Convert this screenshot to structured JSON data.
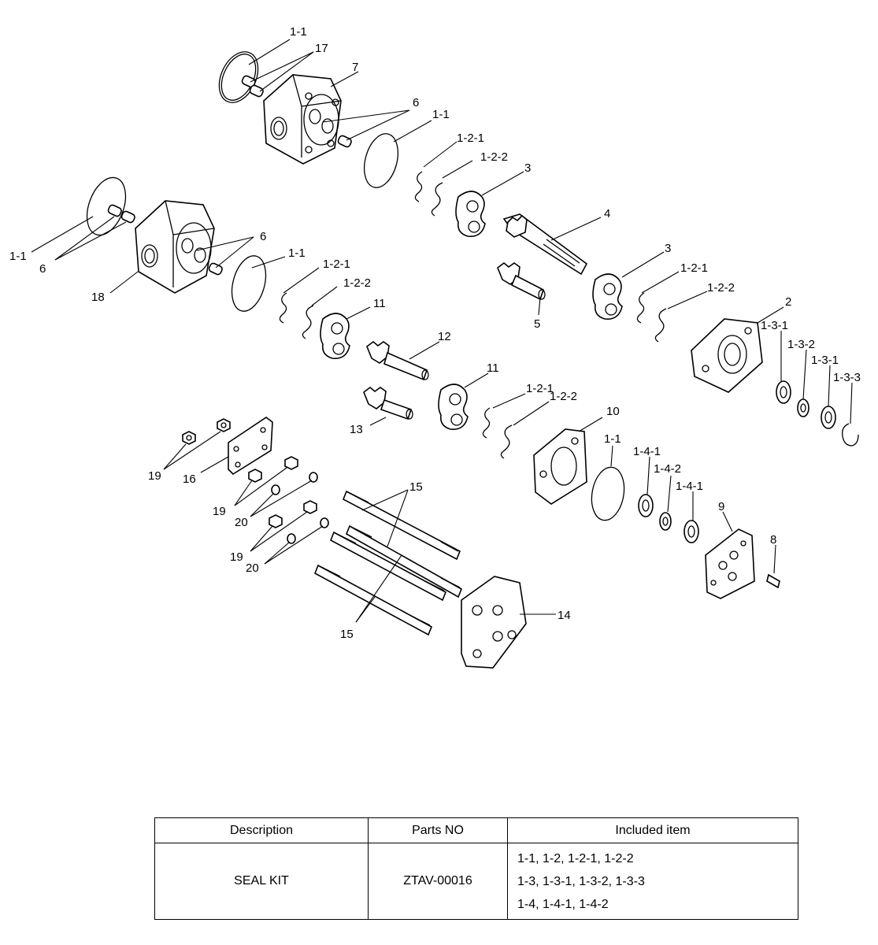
{
  "labels": {
    "l_1_1_a": "1-1",
    "l_17": "17",
    "l_7": "7",
    "l_6_a": "6",
    "l_1_1_b": "1-1",
    "l_1_2_1_a": "1-2-1",
    "l_1_2_2_a": "1-2-2",
    "l_3_a": "3",
    "l_4": "4",
    "l_1_1_c": "1-1",
    "l_6_b": "6",
    "l_6_c": "6",
    "l_1_1_d": "1-1",
    "l_18": "18",
    "l_1_2_1_b": "1-2-1",
    "l_1_2_2_b": "1-2-2",
    "l_11_a": "11",
    "l_3_b": "3",
    "l_1_2_1_c": "1-2-1",
    "l_1_2_2_c": "1-2-2",
    "l_5": "5",
    "l_2": "2",
    "l_1_3_1_a": "1-3-1",
    "l_1_3_2": "1-3-2",
    "l_1_3_1_b": "1-3-1",
    "l_1_3_3": "1-3-3",
    "l_12": "12",
    "l_11_b": "11",
    "l_1_2_1_d": "1-2-1",
    "l_1_2_2_d": "1-2-2",
    "l_10": "10",
    "l_13": "13",
    "l_1_1_e": "1-1",
    "l_1_4_1_a": "1-4-1",
    "l_1_4_2": "1-4-2",
    "l_1_4_1_b": "1-4-1",
    "l_9": "9",
    "l_8": "8",
    "l_19_a": "19",
    "l_16": "16",
    "l_15_a": "15",
    "l_19_b": "19",
    "l_20_a": "20",
    "l_19_c": "19",
    "l_20_b": "20",
    "l_15_b": "15",
    "l_14": "14"
  },
  "table": {
    "headers": [
      "Description",
      "Parts NO",
      "Included item"
    ],
    "row": {
      "description": "SEAL KIT",
      "parts_no": "ZTAV-00016",
      "included": [
        "1-1, 1-2, 1-2-1, 1-2-2",
        "1-3, 1-3-1, 1-3-2, 1-3-3",
        "1-4, 1-4-1, 1-4-2"
      ]
    }
  }
}
